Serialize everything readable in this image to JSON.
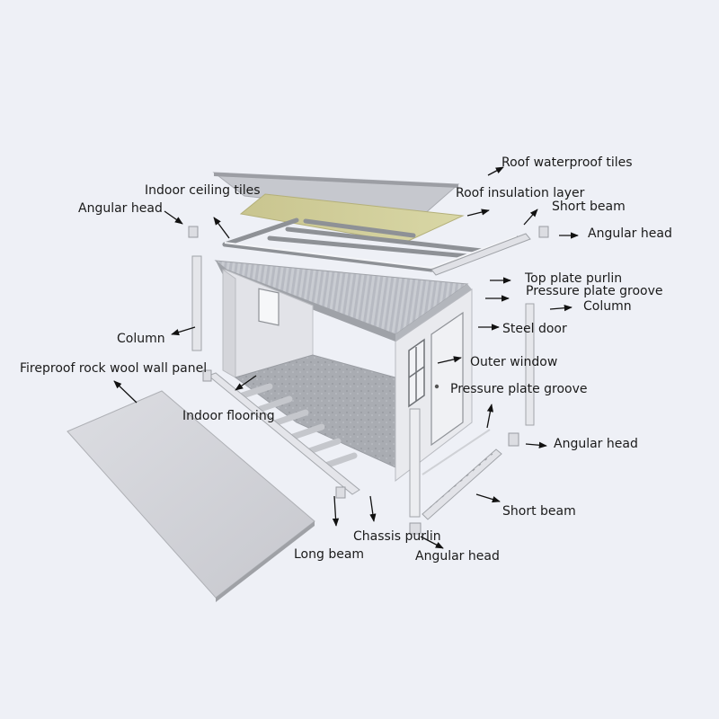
{
  "background_color": "#eef0f6",
  "labels": {
    "roof_waterproof_tiles": "Roof waterproof tiles",
    "indoor_ceiling_tiles": "Indoor ceiling tiles",
    "roof_insulation_layer": "Roof insulation layer",
    "short_beam_top": "Short beam",
    "angular_head_top_left": "Angular head",
    "angular_head_top_right": "Angular head",
    "top_plate_purlin": "Top plate purlin",
    "pressure_plate_groove_top": "Pressure plate groove",
    "column_right": "Column",
    "steel_door": "Steel door",
    "column_left": "Column",
    "outer_window": "Outer window",
    "fireproof_rock_wool_wall_panel": "Fireproof rock wool wall panel",
    "pressure_plate_groove_bottom": "Pressure plate groove",
    "indoor_flooring": "Indoor flooring",
    "angular_head_bottom_right": "Angular head",
    "short_beam_bottom": "Short beam",
    "chassis_purlin": "Chassis purlin",
    "long_beam": "Long beam",
    "angular_head_bottom": "Angular head"
  }
}
